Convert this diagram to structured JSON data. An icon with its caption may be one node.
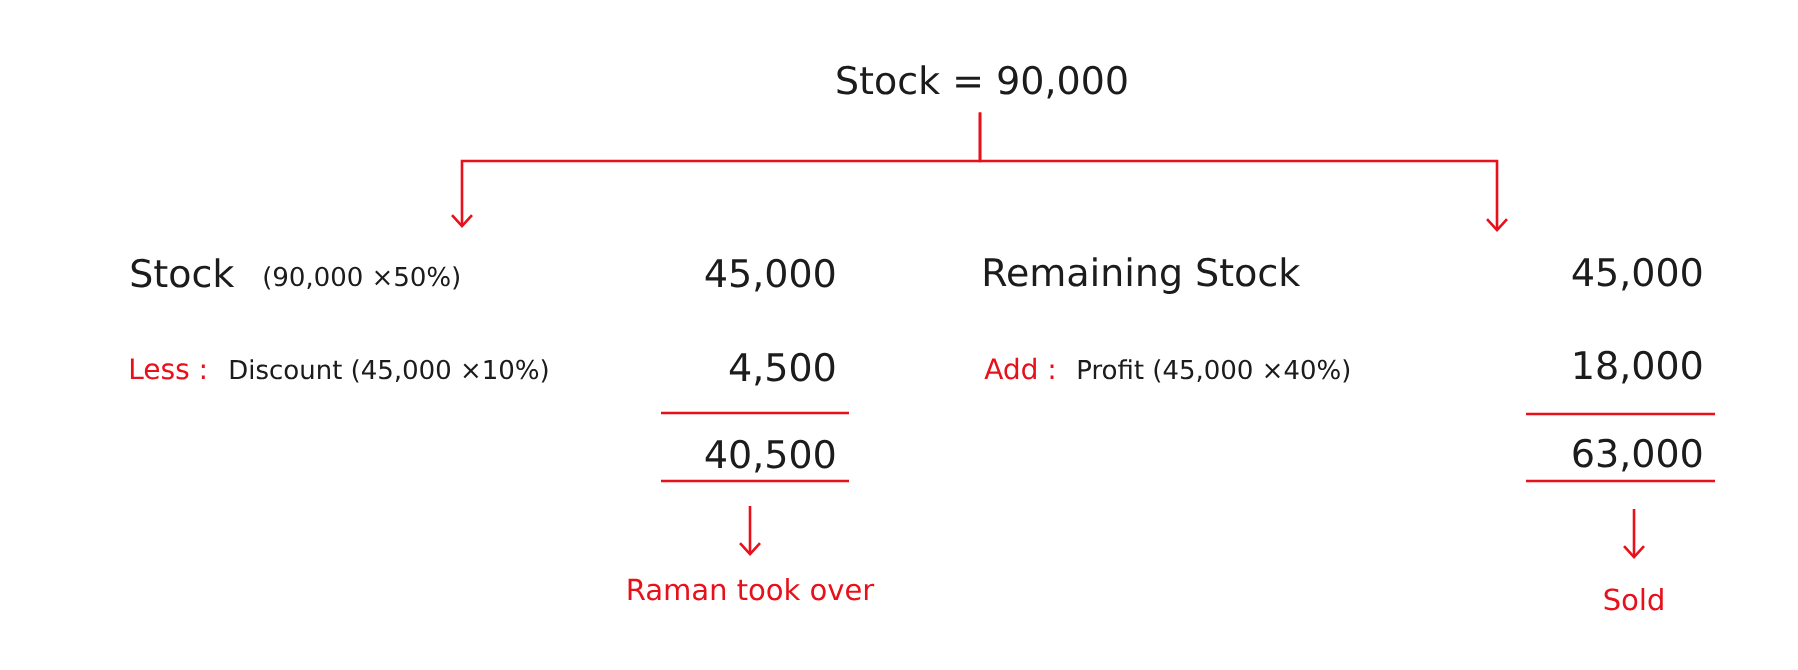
{
  "diagram": {
    "nodes": [
      {
        "text": [
          "Stock = 90,000"
        ]
      },
      {
        "text": [
          "Stock",
          "(90,000 ×50%)",
          "45,000",
          "Less :",
          "Discount (45,000 ×10%)",
          "4,500",
          "40,500"
        ]
      },
      {
        "text": [
          "Remaining Stock",
          "45,000",
          "Add :",
          "Profit (45,000 ×40%)",
          "18,000",
          "63,000"
        ]
      },
      {
        "text": [
          "Raman took over"
        ]
      },
      {
        "text": [
          "Sold"
        ]
      }
    ],
    "edges": [
      {
        "from": 0,
        "to": 1,
        "arrow": "to"
      },
      {
        "from": 0,
        "to": 2,
        "arrow": "to"
      },
      {
        "from": 1,
        "to": 3,
        "arrow": "to"
      },
      {
        "from": 2,
        "to": 4,
        "arrow": "to"
      }
    ]
  }
}
